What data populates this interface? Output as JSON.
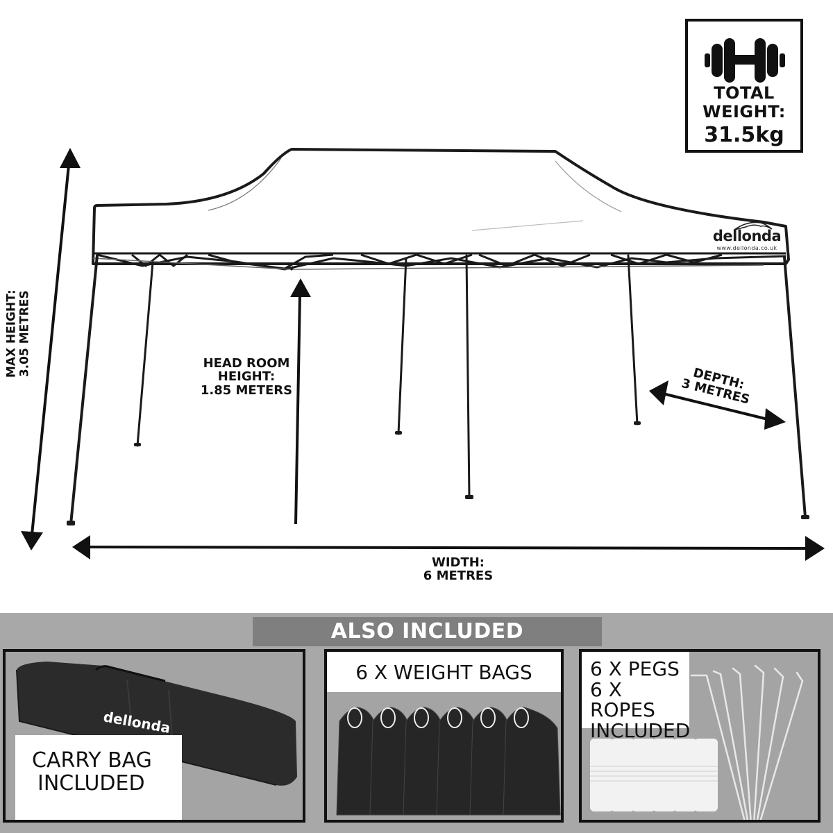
{
  "product": {
    "brand": "dellonda",
    "brand_url": "www.dellonda.co.uk"
  },
  "weight_box": {
    "icon": "dumbbell-icon",
    "title_line1": "TOTAL",
    "title_line2": "WEIGHT:",
    "value": "31.5kg"
  },
  "dimensions": {
    "max_height": {
      "label": "MAX HEIGHT:",
      "value": "3.05 METRES"
    },
    "head_room": {
      "label_line1": "HEAD ROOM",
      "label_line2": "HEIGHT:",
      "value": "1.85 METERS"
    },
    "depth": {
      "label": "DEPTH:",
      "value": "3 METRES"
    },
    "width": {
      "label": "WIDTH:",
      "value": "6 METRES"
    }
  },
  "also_included": {
    "header": "ALSO INCLUDED",
    "colors": {
      "band": "#a8a8a8",
      "header_bg": "#7f7f7f",
      "header_text": "#ffffff"
    },
    "items": [
      {
        "id": "carry-bag",
        "line1": "CARRY BAG",
        "line2": "INCLUDED",
        "bag_brand": "dellonda"
      },
      {
        "id": "weight-bags",
        "label": "6 X WEIGHT BAGS",
        "count": 6
      },
      {
        "id": "pegs-ropes",
        "line1": "6 X PEGS",
        "line2": "6 X ROPES",
        "line3": "INCLUDED",
        "pegs": 6,
        "ropes": 6
      }
    ]
  }
}
